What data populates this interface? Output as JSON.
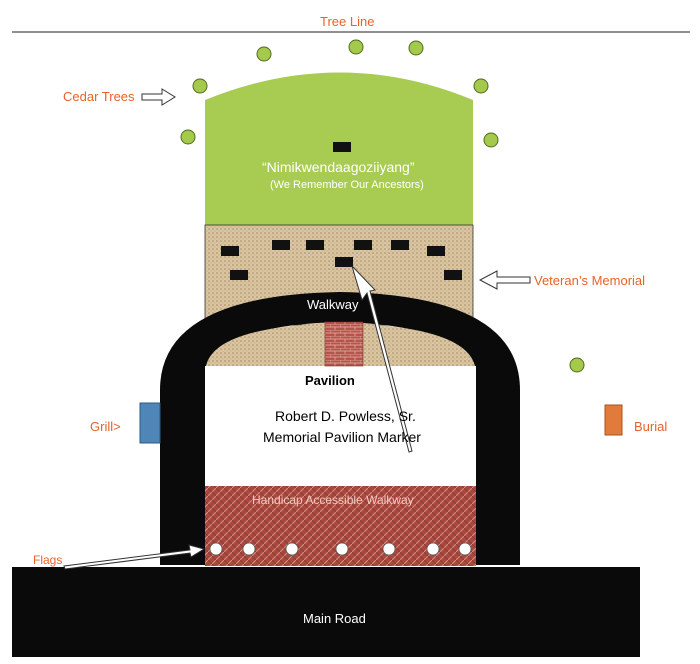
{
  "labels": {
    "tree_line": "Tree Line",
    "cedar_trees": "Cedar Trees",
    "nimik_title": "“Nimikwendaagoziiyang”",
    "nimik_sub": "(We Remember Our Ancestors)",
    "veterans_memorial": "Veteran’s Memorial",
    "walkway": "Walkway",
    "pavilion": "Pavilion",
    "marker_line1": "Robert D. Powless, Sr.",
    "marker_line2": "Memorial Pavilion Marker",
    "grill": "Grill>",
    "burial": "Burial",
    "handicap_walkway": "Handicap Accessible Walkway",
    "flags": "Flags",
    "main_road": "Main Road"
  },
  "colors": {
    "label_orange": "#e8622a",
    "cedar_green": "#a5c94a",
    "ancestor_area_green": "#a8cc52",
    "memorial_tan": "#d9c3a0",
    "walkway_black": "#0a0a0a",
    "brick_red": "#b5524a",
    "grill_blue": "#4f86b8",
    "burial_orange": "#e07b3c"
  },
  "icons": {
    "cedar_tree": "green-circle",
    "flag": "white-circle",
    "veteran_stone": "black-block",
    "arrow": "outline-arrow"
  }
}
